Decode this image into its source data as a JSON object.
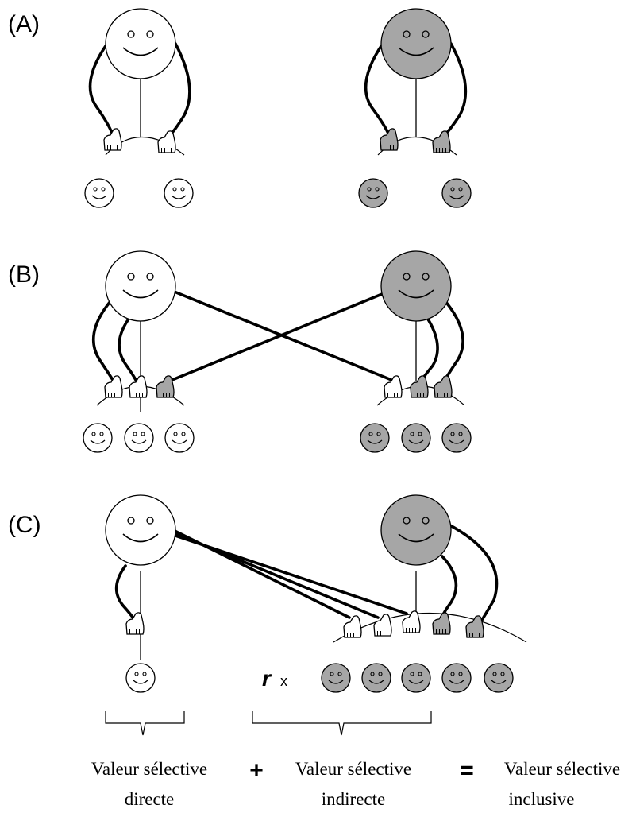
{
  "panels": [
    {
      "label": "(A)"
    },
    {
      "label": "(B)"
    },
    {
      "label": "(C)"
    }
  ],
  "colors": {
    "focal_fill": "#ffffff",
    "relative_fill": "#a6a6a6",
    "stroke": "#000000"
  },
  "equation": {
    "relatedness_symbol": "r",
    "times_symbol": "x",
    "plus": "+",
    "equals": "=",
    "direct": {
      "line1": "Valeur sélective",
      "line2": "directe"
    },
    "indirect": {
      "line1": "Valeur sélective",
      "line2": "indirecte"
    },
    "inclusive": {
      "line1": "Valeur sélective",
      "line2": "inclusive"
    }
  }
}
